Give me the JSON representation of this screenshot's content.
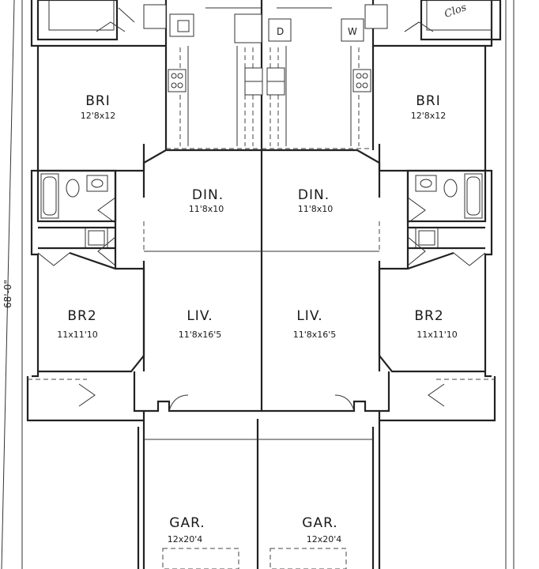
{
  "plan": {
    "overall_dimension": "68'-0\"",
    "rooms": [
      {
        "id": "bri-left",
        "name": "BRI",
        "dims": "12'8x12"
      },
      {
        "id": "bri-right",
        "name": "BRI",
        "dims": "12'8x12"
      },
      {
        "id": "din-left",
        "name": "DIN.",
        "dims": "11'8x10"
      },
      {
        "id": "din-right",
        "name": "DIN.",
        "dims": "11'8x10"
      },
      {
        "id": "liv-left",
        "name": "LIV.",
        "dims": "11'8x16'5"
      },
      {
        "id": "liv-right",
        "name": "LIV.",
        "dims": "11'8x16'5"
      },
      {
        "id": "br2-left",
        "name": "BR2",
        "dims": "11x11'10"
      },
      {
        "id": "br2-right",
        "name": "BR2",
        "dims": "11x11'10"
      },
      {
        "id": "gar-left",
        "name": "GAR.",
        "dims": "12x20'4"
      },
      {
        "id": "gar-right",
        "name": "GAR.",
        "dims": "12x20'4"
      }
    ],
    "fixture_marks": {
      "dryer": "D",
      "washer": "W"
    },
    "handwritten_note": "Clos"
  }
}
